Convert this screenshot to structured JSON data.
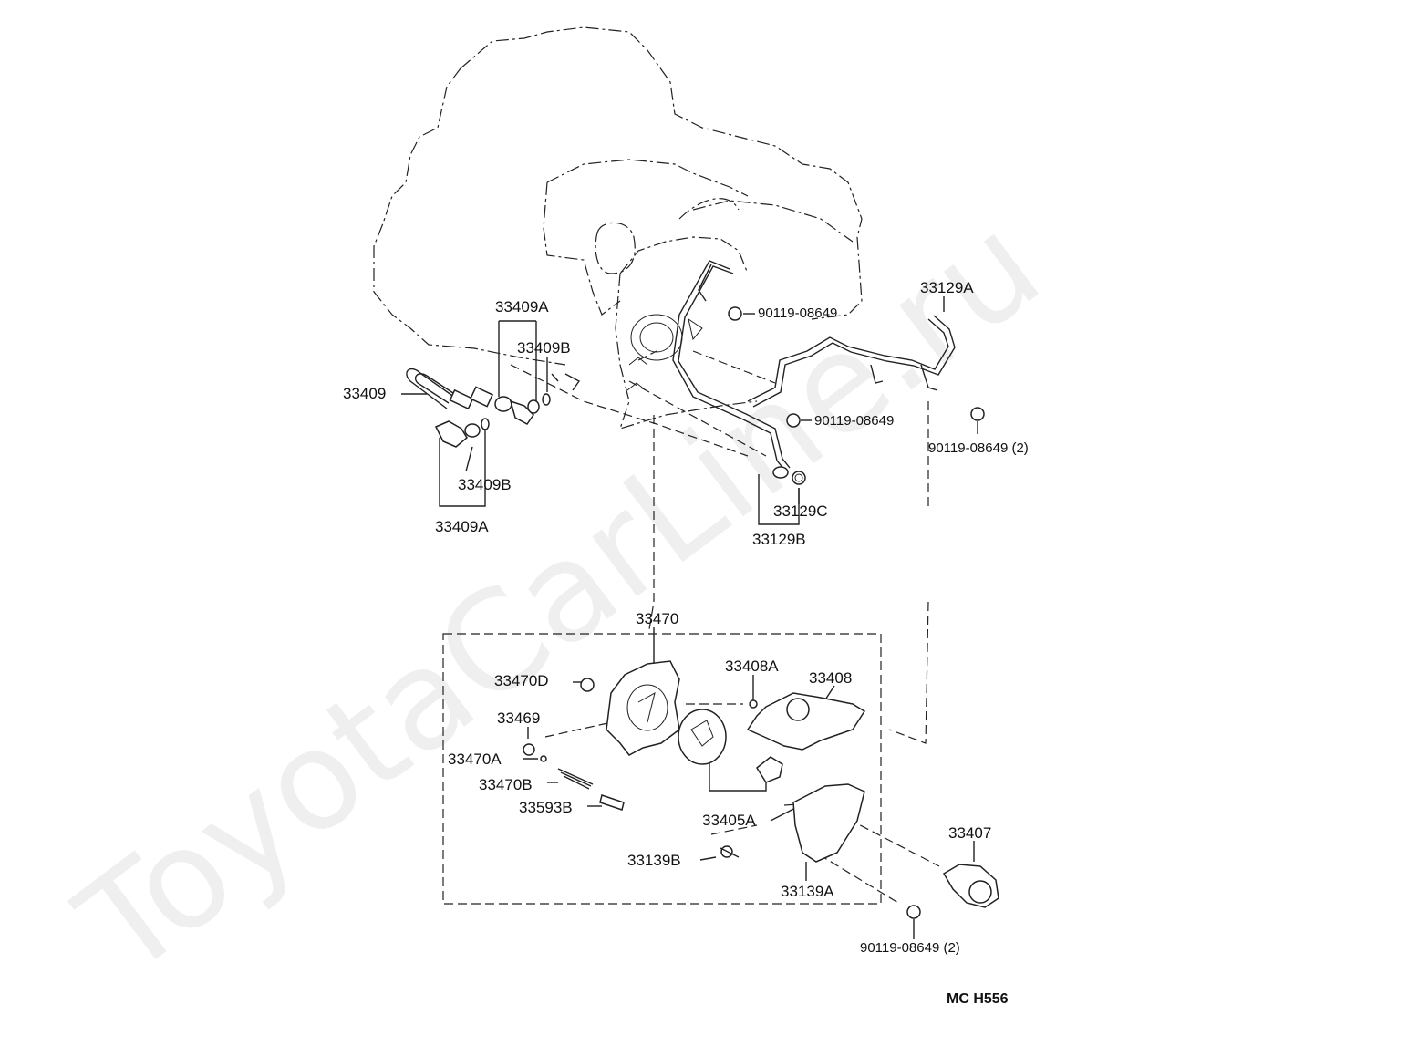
{
  "diagram": {
    "diagram_code": "MC  H556",
    "watermark": "ToyotaCarLine.ru",
    "part_labels": {
      "p33409A_top": "33409A",
      "p33409B_top": "33409B",
      "p33409": "33409",
      "p33409B_bot": "33409B",
      "p33409A_bot": "33409A",
      "p90119_a": "90119-08649",
      "p90119_b": "90119-08649",
      "p90119_c": "90119-08649 (2)",
      "p90119_d": "90119-08649 (2)",
      "p33129A": "33129A",
      "p33129C": "33129C",
      "p33129B": "33129B",
      "p33470": "33470",
      "p33470D": "33470D",
      "p33469": "33469",
      "p33470A": "33470A",
      "p33470B": "33470B",
      "p33593B": "33593B",
      "p33408A": "33408A",
      "p33408": "33408",
      "p33405A": "33405A",
      "p33139B": "33139B",
      "p33139A": "33139A",
      "p33407": "33407"
    }
  }
}
